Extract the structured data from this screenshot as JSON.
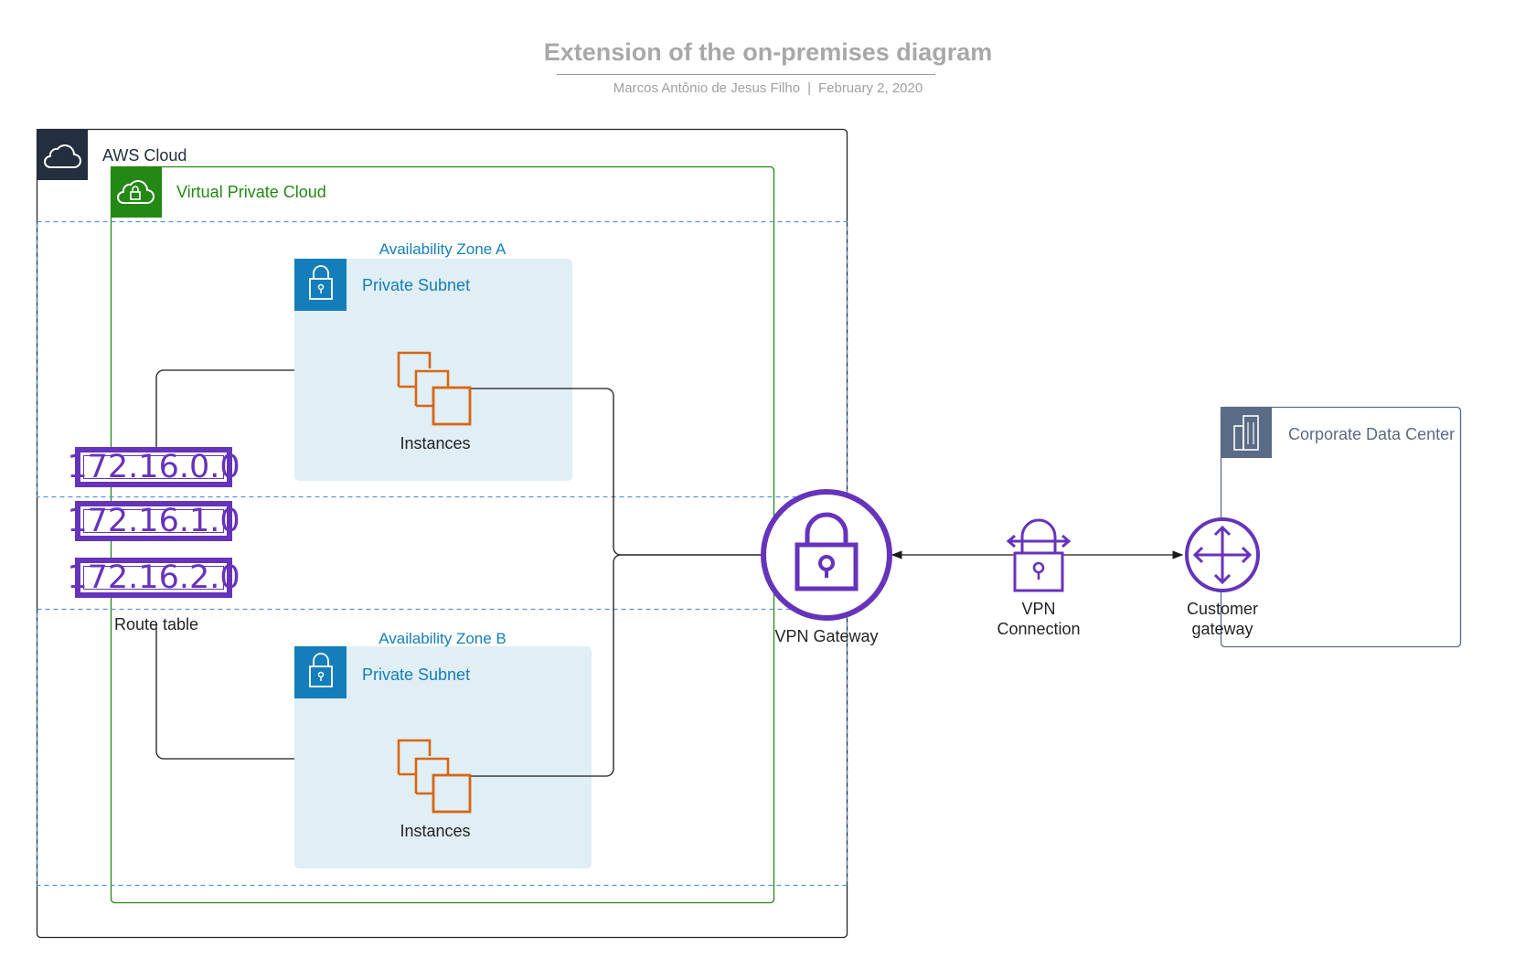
{
  "header": {
    "title": "Extension of the on-premises diagram",
    "author": "Marcos Antônio de Jesus Filho",
    "separator": "|",
    "date": "February 2, 2020"
  },
  "aws_cloud": {
    "label": "AWS Cloud"
  },
  "vpc": {
    "label": "Virtual Private Cloud"
  },
  "zones": [
    {
      "label": "Availability Zone A",
      "subnet_label": "Private Subnet",
      "instances_label": "Instances"
    },
    {
      "label": "Availability Zone B",
      "subnet_label": "Private Subnet",
      "instances_label": "Instances"
    }
  ],
  "route_table": {
    "entries": [
      "172.16.0.0",
      "172.16.1.0",
      "172.16.2.0"
    ],
    "label": "Route table"
  },
  "vpn_gateway": {
    "label": "VPN Gateway"
  },
  "vpn_connection": {
    "label_line1": "VPN",
    "label_line2": "Connection"
  },
  "customer_gateway": {
    "label_line1": "Customer",
    "label_line2": "gateway"
  },
  "data_center": {
    "label": "Corporate Data Center"
  },
  "colors": {
    "aws_cloud": "#232f3e",
    "vpc": "#248814",
    "availability_zone": "#147eba",
    "subnet_fill": "#e0eef5",
    "instances": "#d86613",
    "vpn": "#6633bb",
    "data_center": "#5a6b86"
  },
  "icons": {
    "aws_cloud": "cloud-icon",
    "vpc": "cloud-lock-icon",
    "subnet": "padlock-icon",
    "instances": "ec2-instances-icon",
    "vpn_gateway": "padlock-circle-icon",
    "vpn_connection": "padlock-arrows-icon",
    "customer_gateway": "router-icon",
    "data_center": "office-building-icon"
  }
}
